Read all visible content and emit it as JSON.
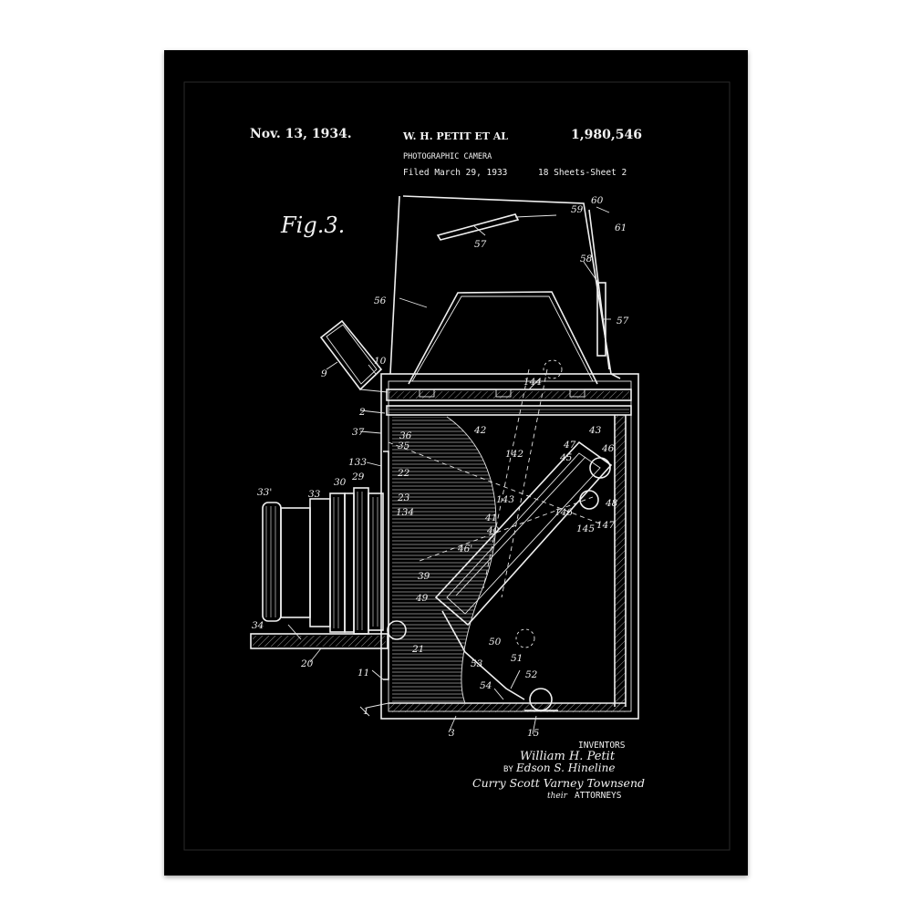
{
  "header": {
    "date": "Nov. 13, 1934.",
    "inventors": "W. H. PETIT ET AL",
    "patent_number": "1,980,546",
    "title": "PHOTOGRAPHIC CAMERA",
    "filed": "Filed March 29, 1933",
    "sheets": "18 Sheets-Sheet 2"
  },
  "figure_label": "Fig.3.",
  "callouts": {
    "c60": "60",
    "c59": "59",
    "c61": "61",
    "c57a": "57",
    "c58": "58",
    "c57b": "57",
    "c56": "56",
    "c10": "10",
    "c9": "9",
    "c144": "144",
    "c2": "2",
    "c42": "42",
    "c43": "43",
    "c37": "37",
    "c36": "36",
    "c35": "35",
    "c47": "47",
    "c46": "46",
    "c45": "45",
    "c142": "142",
    "c133": "133",
    "c22": "22",
    "c29": "29",
    "c30": "30",
    "c33p": "33'",
    "c33": "33",
    "c23": "23",
    "c134": "134",
    "c143": "143",
    "c48": "48",
    "c146": "146",
    "c145": "145",
    "c147": "147",
    "c41": "41",
    "c40": "40",
    "c46p": "46'",
    "c39": "39",
    "c49": "49",
    "c34": "34",
    "c21": "21",
    "c50": "50",
    "c20": "20",
    "c53": "53",
    "c51": "51",
    "c52": "52",
    "c11": "11",
    "c54": "54",
    "c1": "1",
    "c3": "3",
    "c15": "15"
  },
  "signature": {
    "inventors_label": "INVENTORS",
    "inventor1": "William H. Petit",
    "by": "BY",
    "inventor2": "Edson S. Hineline",
    "firm": "Curry Scott Varney Townsend",
    "their": "their",
    "attorneys": "ATTORNEYS"
  },
  "colors": {
    "background": "#000000",
    "ink": "#f2f2f2",
    "frame_bg": "#ffffff"
  }
}
